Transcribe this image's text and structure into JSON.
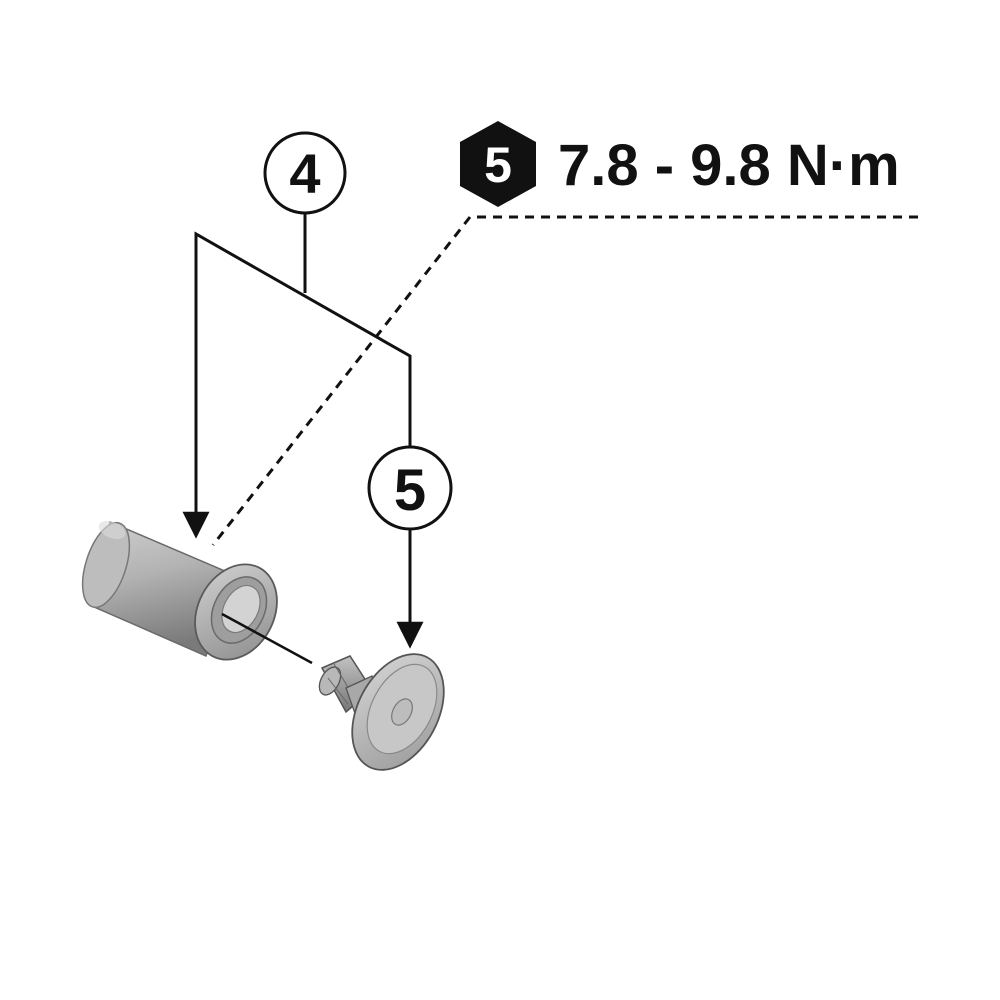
{
  "callouts": {
    "part_4": "4",
    "part_5": "5"
  },
  "torque": {
    "badge": "5",
    "value": "7.8 - 9.8 N·m"
  },
  "colors": {
    "line": "#111111",
    "part_light": "#c4c4c4",
    "part_mid": "#a9a9a9",
    "part_dark": "#6f6f6f",
    "part_edge": "#555555",
    "badge_fill": "#111111",
    "badge_text": "#ffffff"
  }
}
